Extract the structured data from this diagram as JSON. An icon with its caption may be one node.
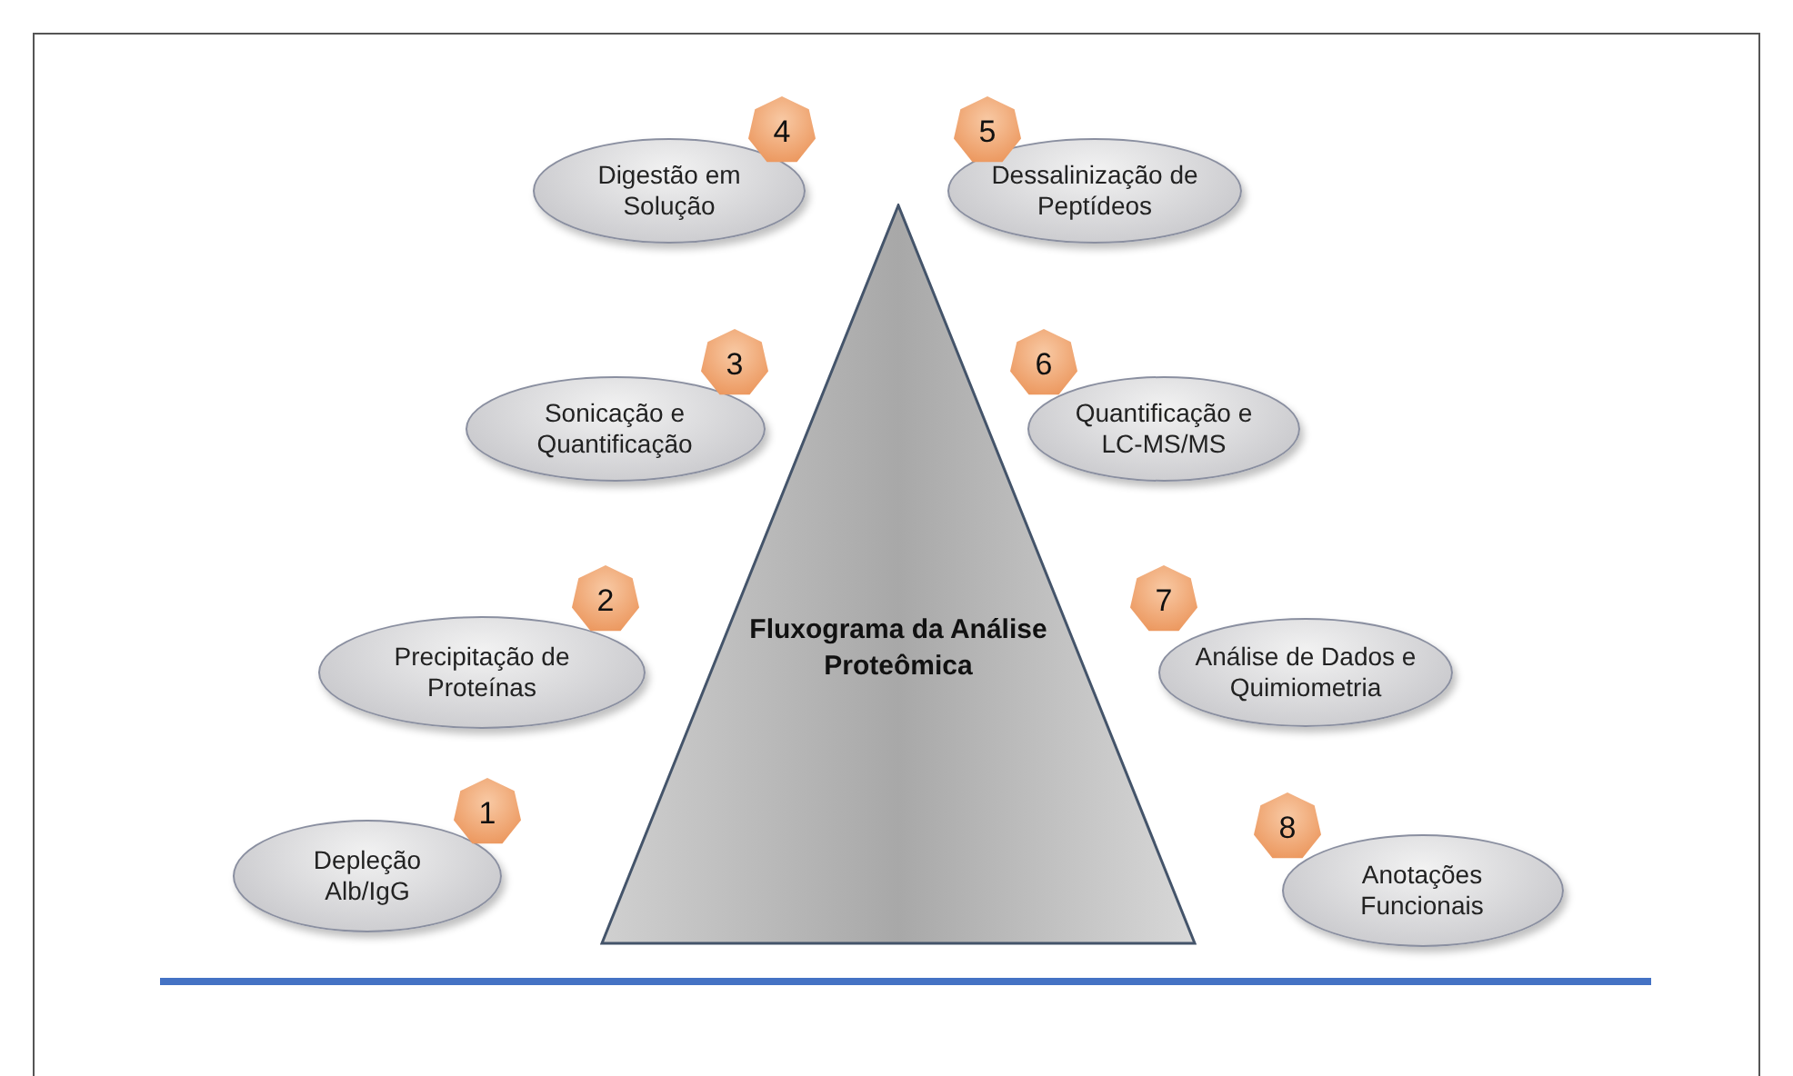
{
  "diagram": {
    "nodes": [
      {
        "text": [
          "Depleção Alb/IgG"
        ],
        "beside": [
          "1"
        ]
      },
      {
        "text": [
          "Precipitação de Proteínas"
        ],
        "beside": [
          "2"
        ]
      },
      {
        "text": [
          "Sonicação e Quantificação"
        ],
        "beside": [
          "3"
        ]
      },
      {
        "text": [
          "Digestão em Solução"
        ],
        "beside": [
          "4"
        ]
      },
      {
        "text": [
          "Dessalinização de Peptídeos"
        ],
        "beside": [
          "5"
        ]
      },
      {
        "text": [
          "Quantificação e LC-MS/MS"
        ],
        "beside": [
          "6"
        ]
      },
      {
        "text": [
          "Análise de Dados e Quimiometria"
        ],
        "beside": [
          "7"
        ]
      },
      {
        "text": [
          "Anotações Funcionais"
        ],
        "beside": [
          "8"
        ]
      },
      {
        "text": [
          "Fluxograma da Análise Proteômica"
        ]
      }
    ],
    "edges": []
  }
}
